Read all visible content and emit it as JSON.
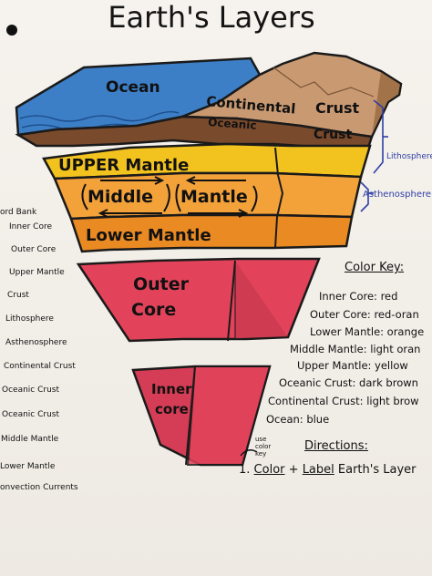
{
  "title": "Earth's Layers",
  "layer_labels": {
    "ocean": "Ocean",
    "continental": "Continental",
    "crust": "Crust",
    "oceanic": "Oceanic",
    "crust2": "Crust",
    "upper_mantle": "UPPER Mantle",
    "middle": "Middle",
    "mantle": "Mantle",
    "lower_mantle": "Lower Mantle",
    "outer": "Outer",
    "core": "Core",
    "inner": "Inner",
    "core2": "core"
  },
  "side_labels": {
    "lithosphere": "Lithosphere",
    "asthenosphere": "Asthenosphere"
  },
  "word_bank": {
    "title": "ord Bank",
    "items": [
      "Inner Core",
      "Outer Core",
      "Upper Mantle",
      "Crust",
      "Lithosphere",
      "Asthenosphere",
      "Continental Crust",
      "Oceanic Crust",
      "Oceanic Crust",
      "Middle Mantle",
      "Lower Mantle",
      "onvection Currents"
    ]
  },
  "color_key": {
    "title": "Color Key:",
    "rows": [
      "Inner Core: red",
      "Outer Core: red-oran",
      "Lower Mantle: orange",
      "Middle Mantle: light oran",
      "Upper Mantle: yellow",
      "Oceanic Crust: dark brown",
      "Continental Crust: light brow",
      "Ocean: blue"
    ]
  },
  "directions": {
    "note": "use color key",
    "title": "Directions:",
    "step_num": "1.",
    "step_text1": "Color",
    "step_amp": "+",
    "step_text2": "Label",
    "step_text3": "Earth's Layer"
  },
  "colors": {
    "ocean": "#3d7fc6",
    "continental_crust": "#c99a72",
    "oceanic_crust": "#7a4a2c",
    "upper_mantle": "#f2c21f",
    "middle_mantle": "#f3a23a",
    "lower_mantle": "#ea8a22",
    "outer_core": "#e2435a",
    "inner_core": "#d43d55",
    "lithosphere_ink": "#2f3fa5"
  }
}
